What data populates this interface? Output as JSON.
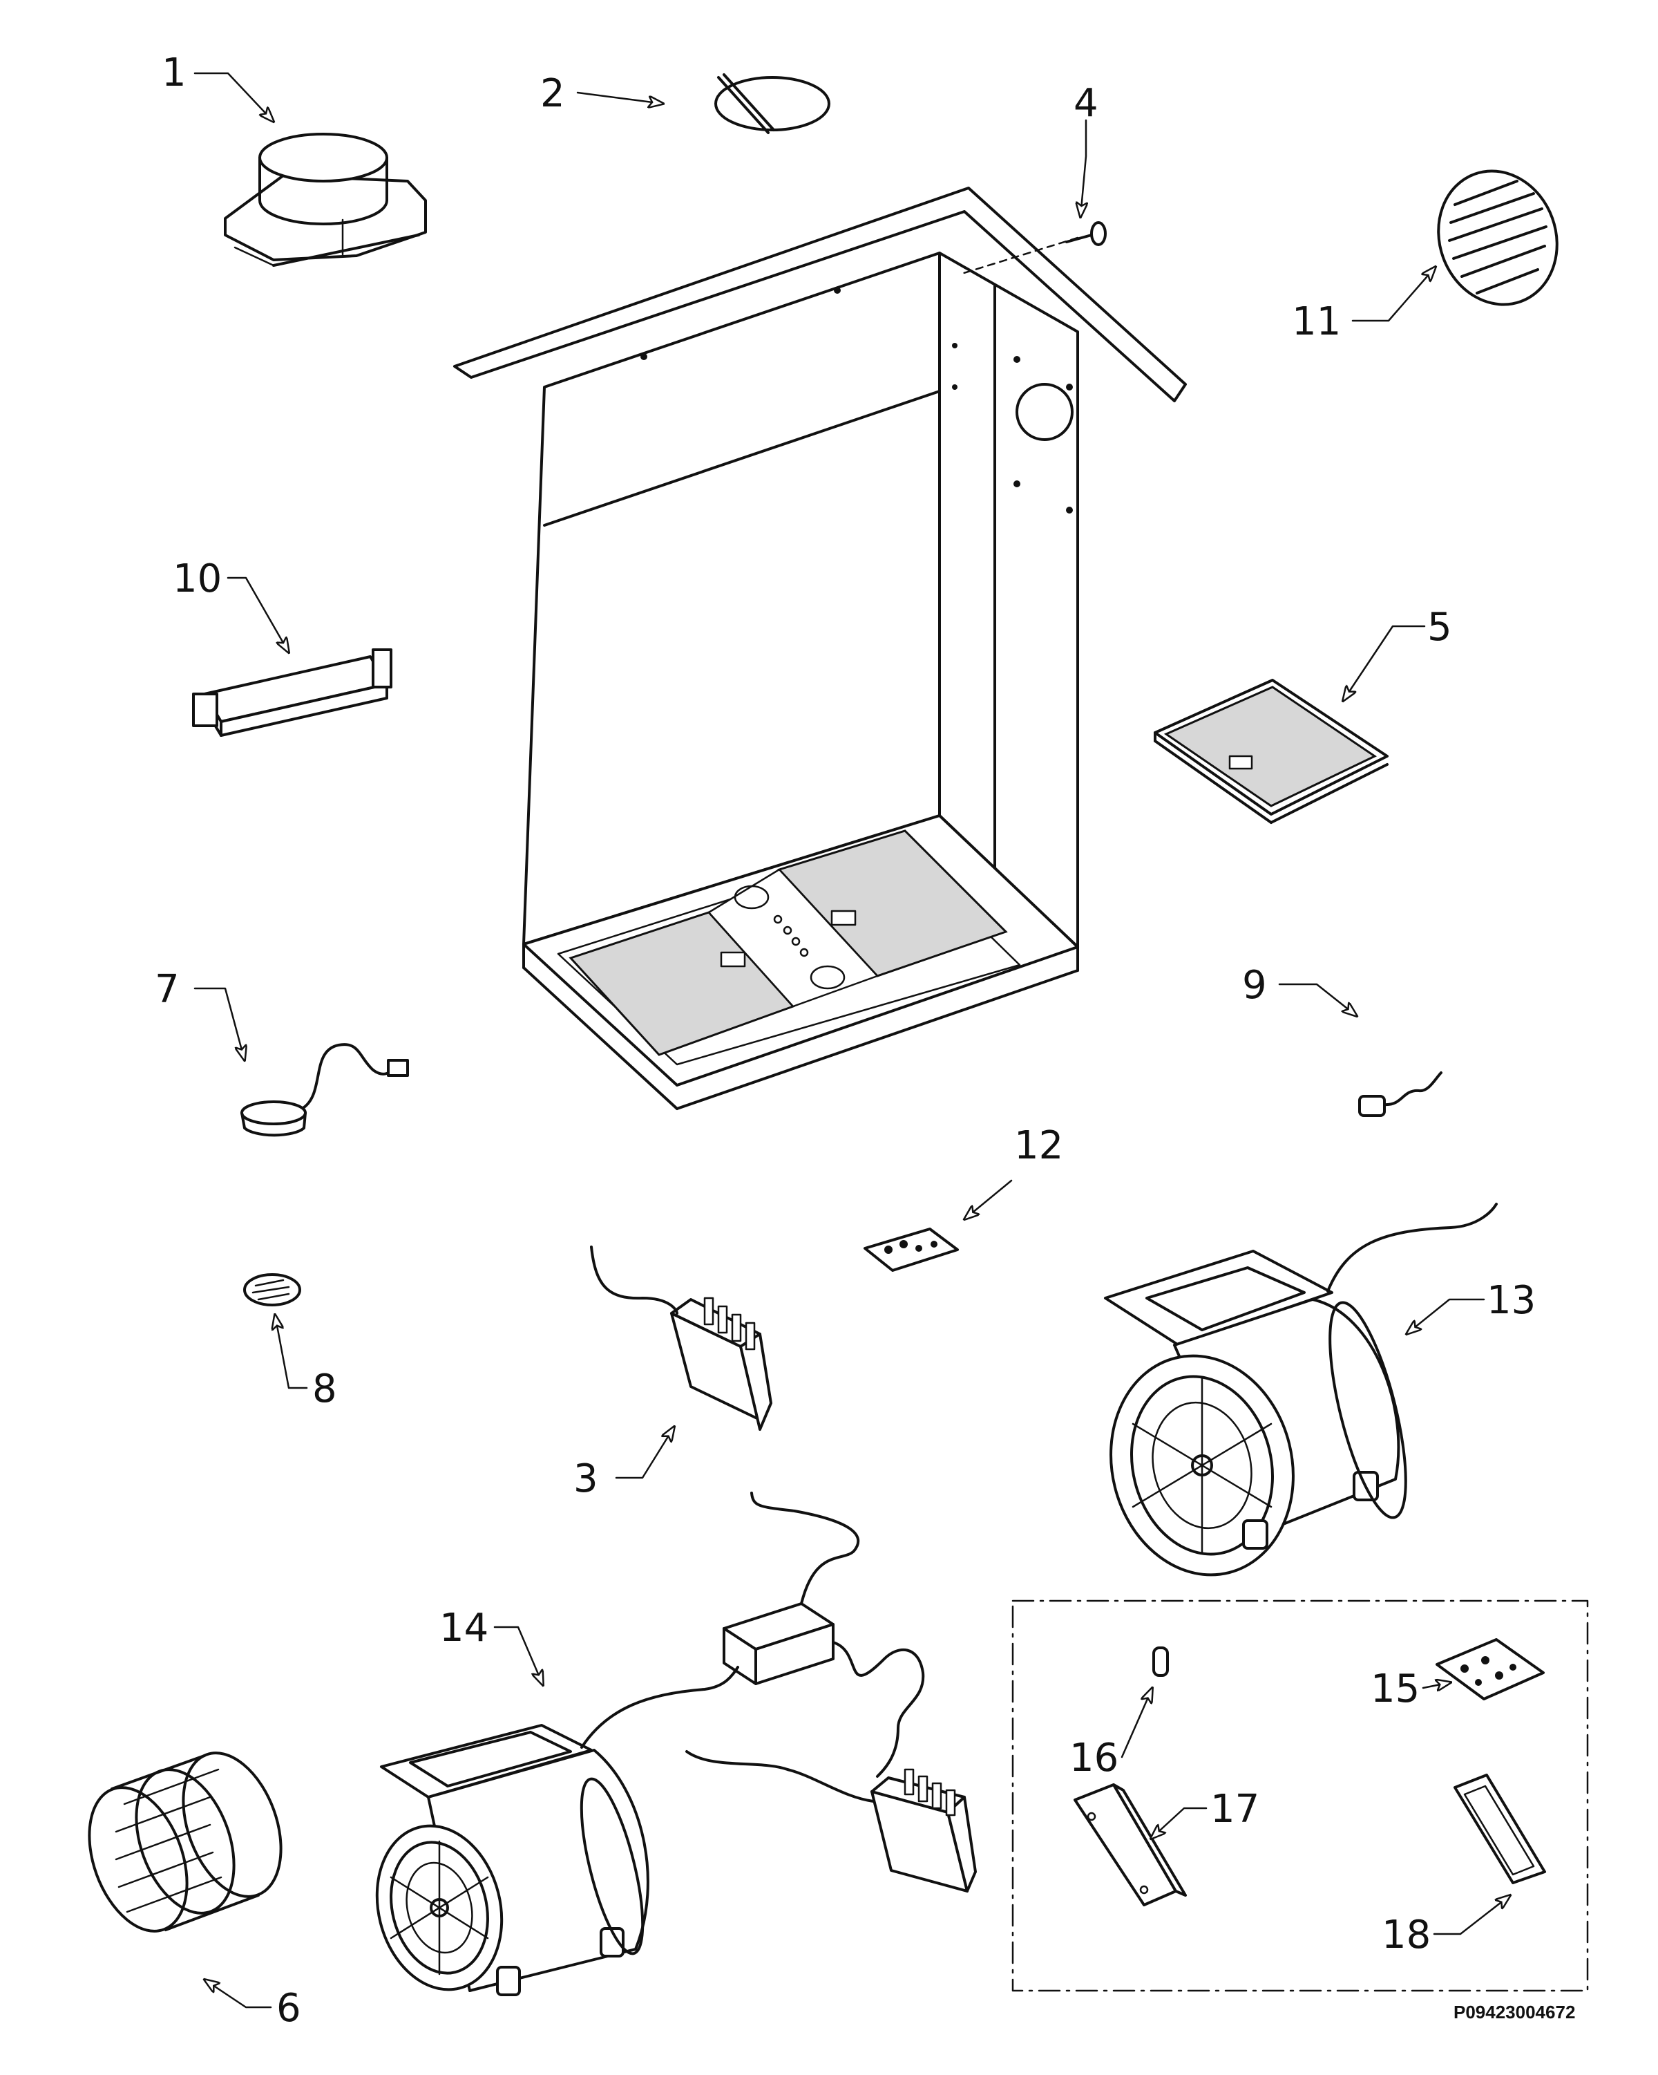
{
  "diagram_code": "P09423004672",
  "callouts": [
    "1",
    "2",
    "3",
    "4",
    "5",
    "6",
    "7",
    "8",
    "9",
    "10",
    "11",
    "12",
    "13",
    "14",
    "15",
    "16",
    "17",
    "18"
  ]
}
